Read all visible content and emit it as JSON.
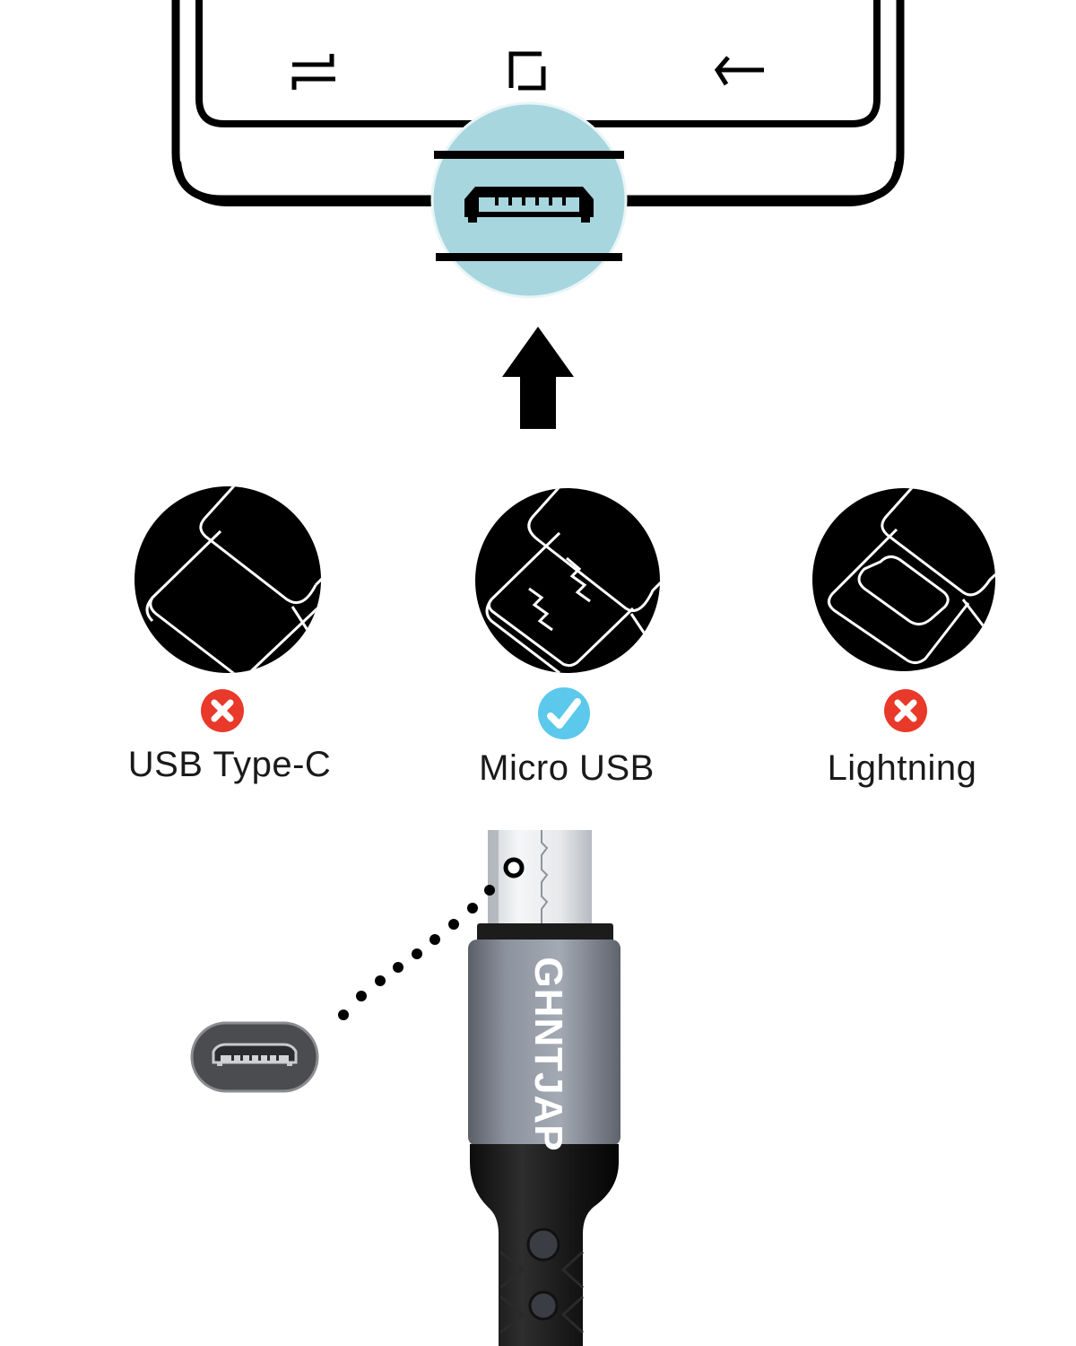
{
  "phone": {
    "nav_buttons": [
      {
        "name": "recent-apps",
        "icon": "recent-apps-icon"
      },
      {
        "name": "home",
        "icon": "home-icon"
      },
      {
        "name": "back",
        "icon": "back-arrow-icon"
      }
    ],
    "port_highlight_color": "#a8d8e0",
    "port_type": "Micro USB port"
  },
  "direction_arrow": "up-arrow-icon",
  "connectors": [
    {
      "label": "USB Type-C",
      "compatible": false,
      "status_icon": "cross-icon"
    },
    {
      "label": "Micro USB",
      "compatible": true,
      "status_icon": "check-icon"
    },
    {
      "label": "Lightning",
      "compatible": false,
      "status_icon": "cross-icon"
    }
  ],
  "colors": {
    "incompatible": "#e8392a",
    "compatible": "#5bc8ec",
    "cable_housing": "#8a909c"
  },
  "cable": {
    "brand": "GHNTJAP",
    "connector_type": "Micro USB"
  }
}
